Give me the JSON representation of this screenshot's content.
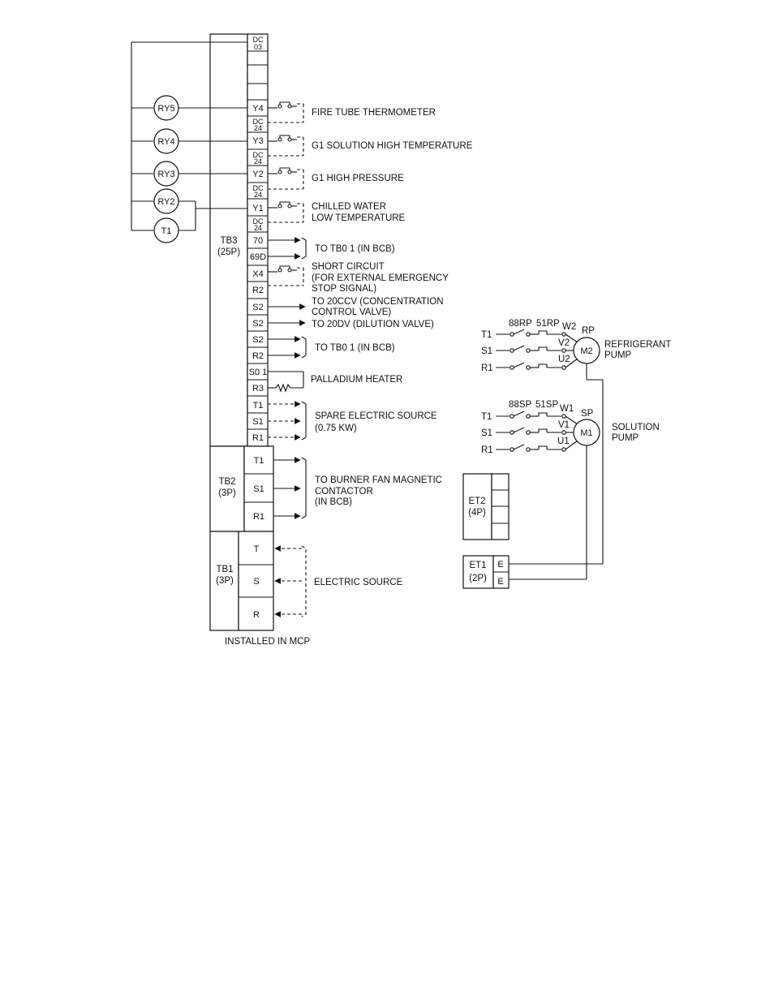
{
  "tb3": {
    "title": "TB3",
    "poles": "(25P)",
    "top_label_1": "DC",
    "top_label_2": "03",
    "blank_1": "",
    "blank_2": "",
    "terminals": {
      "y4": "Y4",
      "dc24_a_1": "DC",
      "dc24_a_2": "24",
      "y3": "Y3",
      "dc24_b_1": "DC",
      "dc24_b_2": "24",
      "y2": "Y2",
      "dc24_c_1": "DC",
      "dc24_c_2": "24",
      "y1": "Y1",
      "dc24_d_1": "DC",
      "dc24_d_2": "24",
      "t70": "70",
      "t69d": "69D",
      "x4": "X4",
      "r2a": "R2",
      "s2a": "S2",
      "s2b": "S2",
      "s2c": "S2",
      "r2b": "R2",
      "s01": "S0 1",
      "r3": "R3",
      "t1": "T1",
      "s1": "S1",
      "r1": "R1"
    }
  },
  "relays": {
    "ry5": "RY5",
    "ry4": "RY4",
    "ry3": "RY3",
    "ry2": "RY2",
    "t1": "T1"
  },
  "labels": {
    "fire_tube": "FIRE TUBE THERMOMETER",
    "g1_high_temp": "G1 SOLUTION HIGH TEMPERATURE",
    "g1_high_pressure": "G1 HIGH PRESSURE",
    "chilled_1": "CHILLED WATER",
    "chilled_2": "LOW TEMPERATURE",
    "to_tb01_a": "TO TB0 1 (IN BCB)",
    "short_1": "SHORT CIRCUIT",
    "short_2": "(FOR EXTERNAL EMERGENCY",
    "short_3": "STOP SIGNAL)",
    "ccv_1": "TO 20CCV (CONCENTRATION",
    "ccv_2": "CONTROL VALVE)",
    "dv": "TO 20DV (DILUTION VALVE)",
    "to_tb01_b": "TO TB0 1 (IN BCB)",
    "palladium": "PALLADIUM HEATER",
    "spare_1": "SPARE ELECTRIC SOURCE",
    "spare_2": "(0.75 KW)",
    "burner_1": "TO BURNER FAN MAGNETIC",
    "burner_2": "CONTACTOR",
    "burner_3": "(IN BCB)",
    "electric_source": "ELECTRIC SOURCE",
    "installed": "INSTALLED IN MCP"
  },
  "tb2": {
    "title": "TB2",
    "poles": "(3P)",
    "t1": "T1",
    "s1": "S1",
    "r1": "R1"
  },
  "tb1": {
    "title": "TB1",
    "poles": "(3P)",
    "t": "T",
    "s": "S",
    "r": "R"
  },
  "refrigerant_pump": {
    "t1": "T1",
    "s1": "S1",
    "r1": "R1",
    "contactor": "88RP",
    "overload": "51RP",
    "w": "W2",
    "v": "V2",
    "u": "U2",
    "tag": "RP",
    "motor": "M2",
    "name_1": "REFRIGERANT",
    "name_2": "PUMP"
  },
  "solution_pump": {
    "t1": "T1",
    "s1": "S1",
    "r1": "R1",
    "contactor": "88SP",
    "overload": "51SP",
    "w": "W1",
    "v": "V1",
    "u": "U1",
    "tag": "SP",
    "motor": "M1",
    "name_1": "SOLUTION",
    "name_2": "PUMP"
  },
  "et2": {
    "title": "ET2",
    "poles": "(4P)"
  },
  "et1": {
    "title": "ET1",
    "poles": "(2P)",
    "e1": "E",
    "e2": "E"
  }
}
